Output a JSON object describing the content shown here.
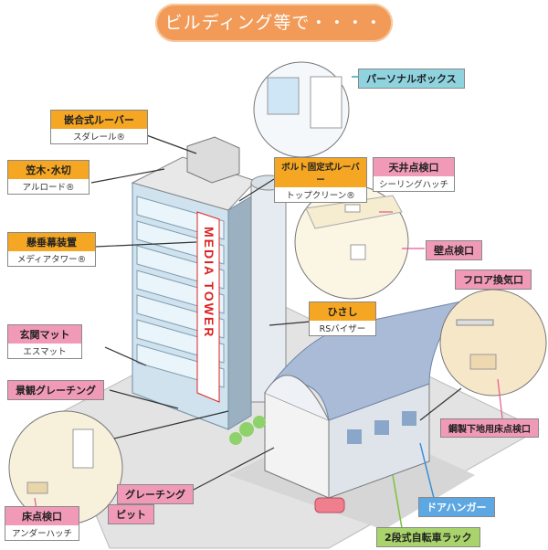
{
  "banner": "ビルディング等で・・・・",
  "building_sign": "MEDIA TOWER",
  "labels": {
    "louver": {
      "title": "嵌合式ルーバー",
      "sub": "スダレール®"
    },
    "kasagi": {
      "title": "笠木･水切",
      "sub": "アルロード®"
    },
    "suidare": {
      "title": "懸垂幕装置",
      "sub": "メディアタワー®"
    },
    "mat": {
      "title": "玄関マット",
      "sub": "エスマット"
    },
    "keikan": {
      "title": "景観グレーチング"
    },
    "yuka": {
      "title": "床点検口",
      "sub": "アンダーハッチ"
    },
    "pit": {
      "title": "ピット"
    },
    "grating": {
      "title": "グレーチング"
    },
    "personal": {
      "title": "パーソナルボックス"
    },
    "bolt": {
      "title": "ボルト固定式ルーバー",
      "sub": "トップクリーン®"
    },
    "tenjo": {
      "title": "天井点検口",
      "sub": "シーリングハッチ"
    },
    "kabe": {
      "title": "壁点検口"
    },
    "hisashi": {
      "title": "ひさし",
      "sub": "RSバイザー"
    },
    "floor_vent": {
      "title": "フロア換気口"
    },
    "steel_floor": {
      "title": "鋼製下地用床点検口"
    },
    "door_hanger": {
      "title": "ドアハンガー"
    },
    "bike": {
      "title": "2段式自転車ラック"
    }
  },
  "colors": {
    "banner": "#f29a57",
    "orange": "#f5a623",
    "pink": "#f19ab7",
    "cyan": "#8fd3df",
    "green": "#a9d36b",
    "blue": "#5da7e3"
  }
}
